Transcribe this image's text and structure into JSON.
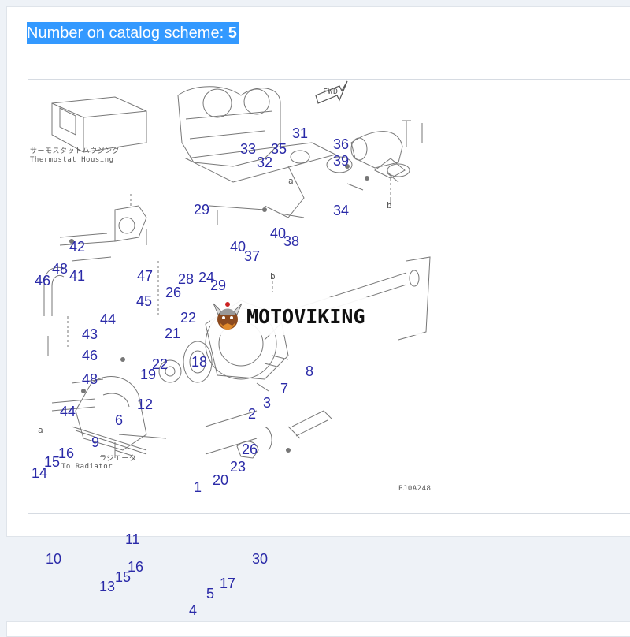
{
  "catalog": {
    "label": "Number on catalog scheme: ",
    "number": "5"
  },
  "diagram": {
    "annotations": {
      "thermostat_jp": "サーモスタットハウジング",
      "thermostat_en": "Thermostat Housing",
      "to_radiator_jp": "ラジエータ",
      "to_radiator_en": "To Radiator",
      "fwd": "FWD",
      "letter_a1": "a",
      "letter_a2": "a",
      "letter_b1": "b",
      "letter_b2": "b",
      "drawing_code": "PJ0A248"
    },
    "part_numbers": [
      "31",
      "33",
      "35",
      "36",
      "32",
      "39",
      "29",
      "34",
      "40",
      "38",
      "42",
      "40",
      "37",
      "48",
      "46",
      "41",
      "47",
      "28",
      "24",
      "26",
      "29",
      "45",
      "44",
      "43",
      "22",
      "21",
      "46",
      "48",
      "18",
      "8",
      "19",
      "22",
      "7",
      "12",
      "3",
      "44",
      "6",
      "2",
      "9",
      "26",
      "16",
      "15",
      "14",
      "23",
      "20",
      "1"
    ]
  },
  "watermark": {
    "text": "MOTOVIKING"
  },
  "outside_numbers": [
    "11",
    "10",
    "16",
    "30",
    "15",
    "13",
    "17",
    "5",
    "4"
  ],
  "colors": {
    "highlight": "#3399ff",
    "part_number": "#2a2aa8",
    "page_background": "#eef2f7"
  }
}
